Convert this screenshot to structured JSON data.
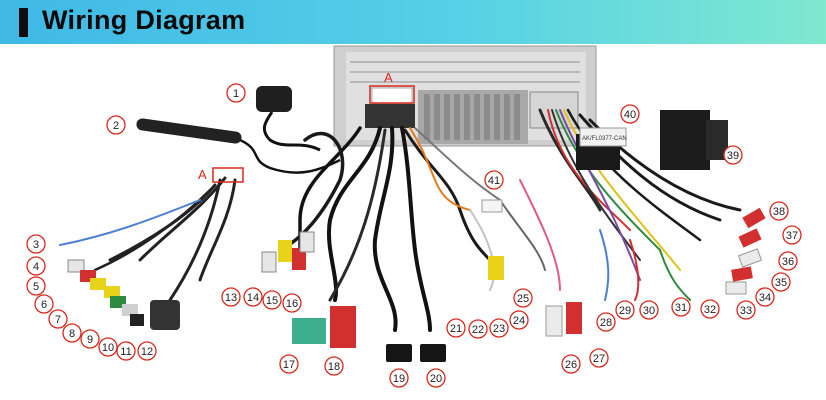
{
  "header": {
    "title": "Wiring Diagram"
  },
  "connector_label_a_top": "A",
  "connector_label_a_left": "A",
  "module_label": "AK/FL0377-CAN",
  "callouts": [
    "1",
    "2",
    "3",
    "4",
    "5",
    "6",
    "7",
    "8",
    "9",
    "10",
    "11",
    "12",
    "13",
    "14",
    "15",
    "16",
    "17",
    "18",
    "19",
    "20",
    "21",
    "22",
    "23",
    "24",
    "25",
    "26",
    "27",
    "28",
    "29",
    "30",
    "31",
    "32",
    "33",
    "34",
    "35",
    "36",
    "37",
    "38",
    "39",
    "40",
    "41"
  ],
  "colors": {
    "callout_ring": "#d8281c",
    "header_start": "#3fb8e6",
    "header_end": "#7fe8cf"
  }
}
